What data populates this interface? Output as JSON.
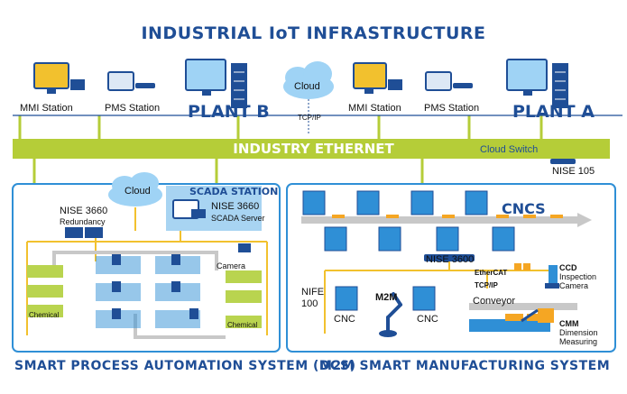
{
  "title": "INDUSTRIAL IoT INFRASTRUCTURE",
  "top": {
    "plant_b": {
      "label": "PLANT B",
      "mmi": "MMI Station",
      "pms": "PMS Station"
    },
    "plant_a": {
      "label": "PLANT A",
      "mmi": "MMI Station",
      "pms": "PMS Station"
    },
    "cloud": "Cloud",
    "protocol": "TCP/IP"
  },
  "ethernet": {
    "label": "INDUSTRY ETHERNET",
    "switch": "Cloud Switch",
    "device": "NISE 105"
  },
  "dcs": {
    "title": "SMART PROCESS AUTOMATION SYSTEM (DCS)",
    "cloud": "Cloud",
    "scada_title": "SCADA STATION",
    "scada_device": "NISE 3660",
    "scada_role": "SCADA Server",
    "redundancy_device": "NISE 3660",
    "redundancy_role": "Redundancy",
    "camera": "Camera",
    "chemical_left": "Chemical",
    "chemical_right": "Chemical"
  },
  "m2m": {
    "title": "M2M SMART MANUFACTURING SYSTEM",
    "cncs": "CNCS",
    "nise": "NISE 3600",
    "ethercat": "EtherCAT",
    "tcpip": "TCP/IP",
    "nife_1": "NIFE",
    "nife_2": "100",
    "cnc_left": "CNC",
    "cnc_right": "CNC",
    "m2m": "M2M",
    "conveyor": "Conveyor",
    "ccd_1": "CCD",
    "ccd_2": "Inspection",
    "ccd_3": "Camera",
    "cmm_1": "CMM",
    "cmm_2": "Dimension",
    "cmm_3": "Measuring"
  },
  "colors": {
    "primary": "#1f4e96",
    "ethernet_bar": "#b5cd38",
    "box_line": "#2f8fd6",
    "cloud": "#9fd3f5",
    "chem": "#b9d44f",
    "accent_orange": "#f5a623"
  }
}
